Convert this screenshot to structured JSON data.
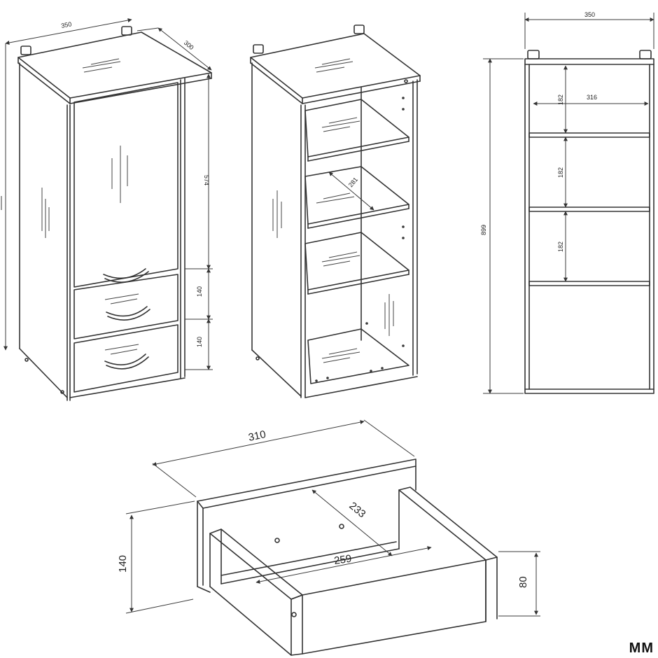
{
  "colors": {
    "line": "#333333",
    "background": "#ffffff"
  },
  "view1": {
    "width": "350",
    "depth": "300",
    "door_height": "574",
    "drawer_1": "140",
    "drawer_2": "140"
  },
  "view3": {
    "width": "350",
    "height": "899",
    "inner_width": "316",
    "shelf_1": "182",
    "shelf_2": "182",
    "shelf_3": "182"
  },
  "view4": {
    "width": "310",
    "depth": "233",
    "inner_width": "259",
    "front_height": "140",
    "side_height": "80"
  },
  "unit_label": "MM"
}
